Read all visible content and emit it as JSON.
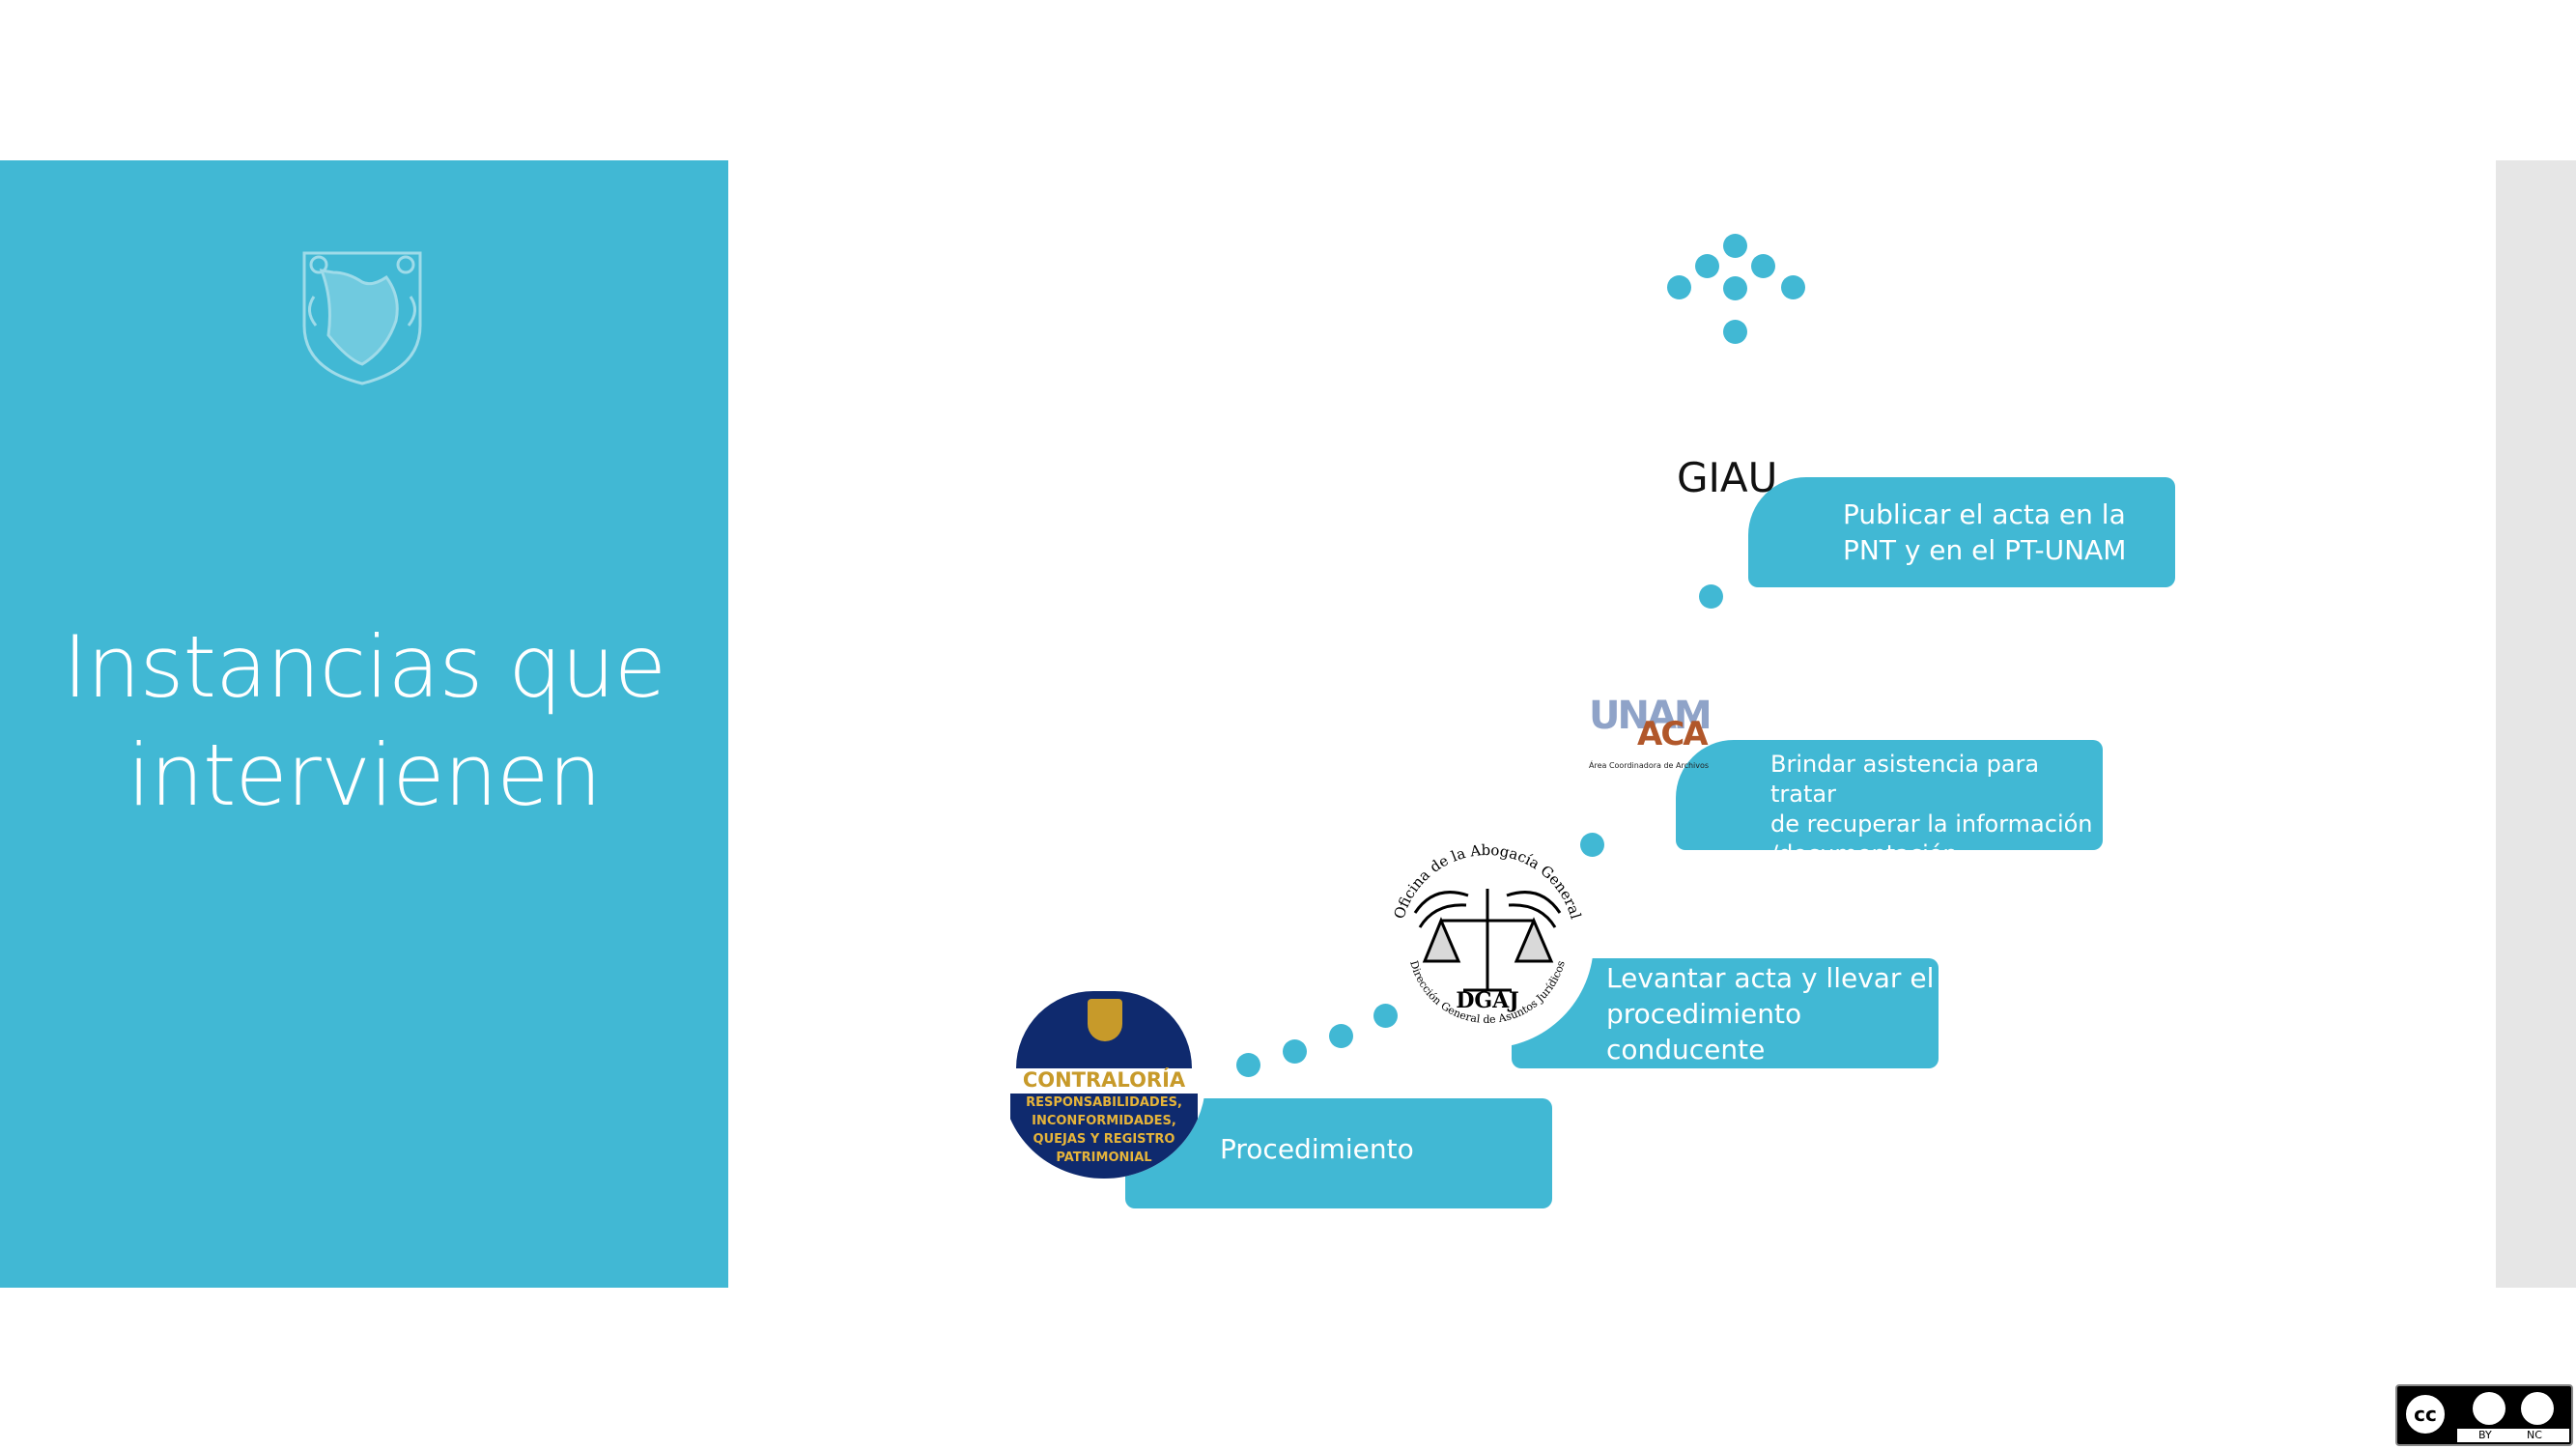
{
  "slide": {
    "title_line1": "Instancias que",
    "title_line2": "intervienen"
  },
  "steps": [
    {
      "text": "Procedimiento"
    },
    {
      "text": "Levantar acta y llevar el\nprocedimiento\nconducente"
    },
    {
      "text": "Brindar asistencia para tratar\nde recuperar la información\n/documentación"
    },
    {
      "text": "Publicar el acta en la\nPNT y en el PT-UNAM"
    }
  ],
  "instancias": {
    "contraloria_logo": {
      "line1": "CONTRALORÍA",
      "line2": "RESPONSABILIDADES,",
      "line3": "INCONFORMIDADES,",
      "line4": "QUEJAS Y REGISTRO",
      "line5": "PATRIMONIAL"
    },
    "dgaj_logo": {
      "label": "DGAJ",
      "arc_top": "Oficina de la Abogacía General",
      "arc_bottom": "Dirección General de Asuntos Jurídicos"
    },
    "aca_logo": {
      "word1": "UNAM",
      "word2": "ACA",
      "caption": "Área Coordinadora de Archivos"
    },
    "giau_label": "GIAU"
  },
  "license": {
    "label1": "BY",
    "label2": "NC"
  },
  "colors": {
    "accent": "#41b8d4",
    "strip": "#e6e6e6"
  }
}
